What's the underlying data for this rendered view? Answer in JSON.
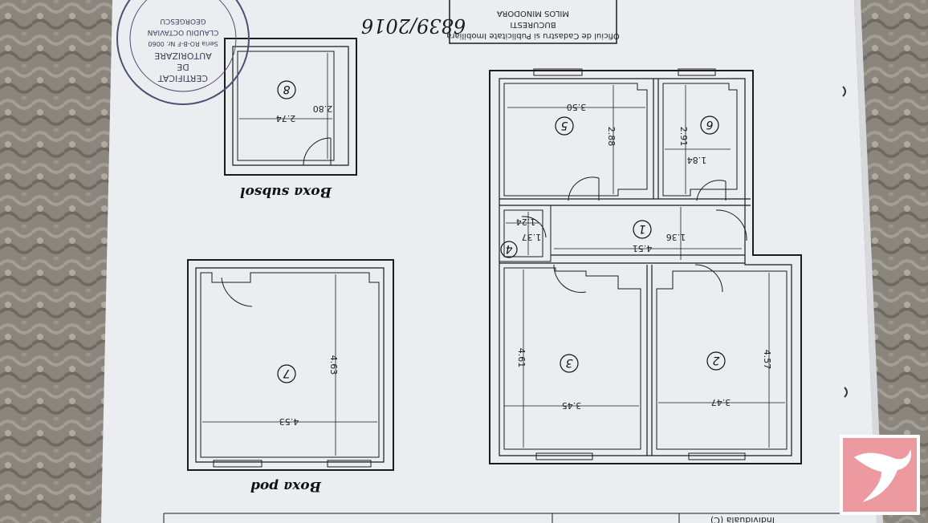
{
  "page": {
    "titles": {
      "basement": "Boxa subsol",
      "attic": "Boxa pod"
    },
    "rooms": [
      "1",
      "2",
      "3",
      "4",
      "5",
      "6",
      "7",
      "8"
    ],
    "dimensions": {
      "r1_width": "4.51",
      "r1_height": "1.36",
      "r2_width": "3.47",
      "r2_height": "4.57",
      "r3_width": "3.45",
      "r3_height": "4.61",
      "r4_width": "1.24",
      "r4_height": "1.37",
      "r5_width": "3.50",
      "r5_height": "2.88",
      "r6_width": "1.84",
      "r6_height": "2.91",
      "r7_width": "4.53",
      "r7_height": "4.63",
      "r8_width": "2.74",
      "r8_height": "2.80"
    },
    "handwritten_number": "6839/2016",
    "office_box": {
      "line1": "Oficiul de Cadastru si Publicitate Imobiliara",
      "line2": "BUCURESTI",
      "line3": "MILOS MINODORA"
    },
    "stamp": {
      "line1": "CERTIFICAT",
      "line2": "DE",
      "line3": "AUTORIZARE",
      "line4": "Seria RO-B-F Nr. 0060",
      "line5": "CLAUDIU OCTAVIAN",
      "line6": "GEORGESCU"
    },
    "footer_text": "Individuala (C)"
  },
  "colors": {
    "paper": "#ecedf1",
    "ink": "#1b1b1b",
    "logo": "#ec9aa0",
    "carpet": "#8a857c"
  },
  "icons": {
    "logo": "bird-logo-icon"
  }
}
